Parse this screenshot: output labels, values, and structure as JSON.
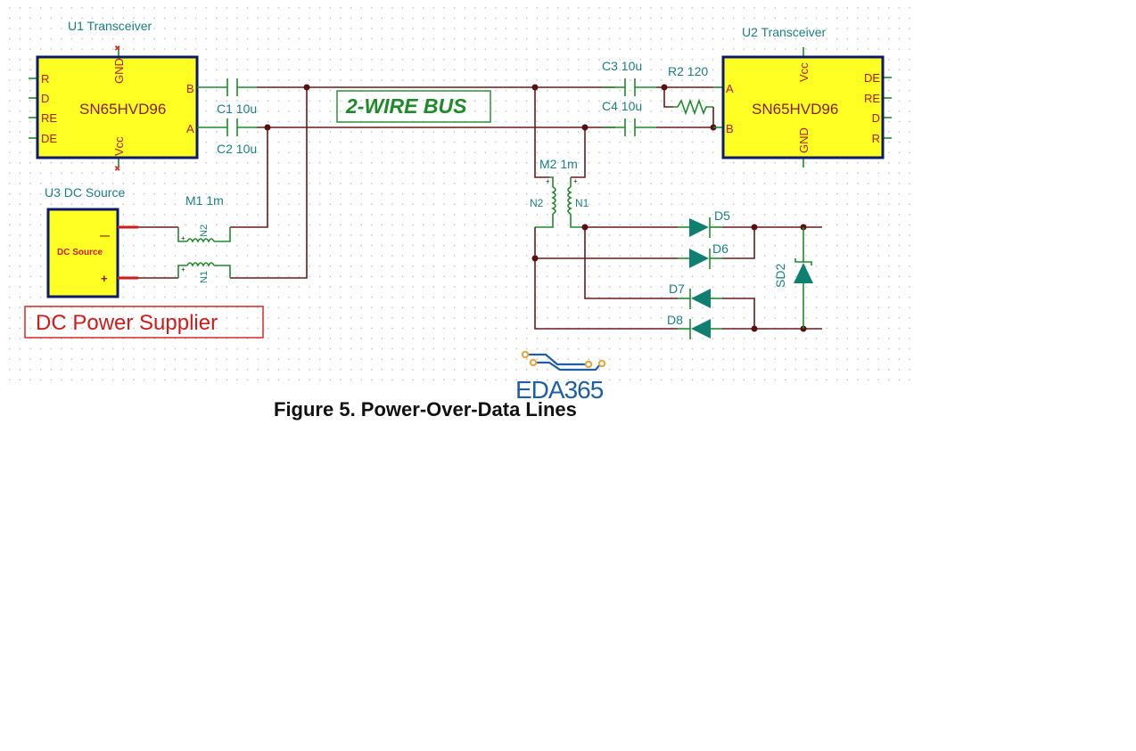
{
  "caption": "Figure 5. Power-Over-Data Lines",
  "watermark": {
    "text": "EDA365",
    "text_color": "#1f5fa8",
    "trace_color": "#1f5fa8",
    "pad_color": "#e8a33a"
  },
  "colors": {
    "ic_fill": "#ffff24",
    "ic_border": "#0b1a6b",
    "wire": "#6b1a1a",
    "lead": "#1f8a2a",
    "label": "#1a7f86",
    "pin_label": "#b21a1a",
    "diode": "#0f7f70",
    "bus_label": "#1f8a2a",
    "psu_label": "#d11a1a"
  },
  "u1": {
    "title": "U1 Transceiver",
    "part": "SN65HVD96",
    "pins_left": [
      "R",
      "D",
      "RE",
      "DE"
    ],
    "pin_top": "GND",
    "pin_bottom": "Vcc",
    "pins_right": [
      "B",
      "A"
    ]
  },
  "u2": {
    "title": "U2 Transceiver",
    "part": "SN65HVD96",
    "pins_right": [
      "DE",
      "RE",
      "D",
      "R"
    ],
    "pin_top": "Vcc",
    "pin_bottom": "GND",
    "pins_left": [
      "A",
      "B"
    ]
  },
  "u3": {
    "title": "U3 DC Source",
    "part": "DC Source",
    "minus": "—",
    "plus": "+"
  },
  "capacitors": {
    "c1": "C1 10u",
    "c2": "C2 10u",
    "c3": "C3 10u",
    "c4": "C4 10u"
  },
  "resistor": {
    "r2": "R2 120"
  },
  "inductors": {
    "m1": {
      "label": "M1 1m",
      "n1": "N1",
      "n2": "N2",
      "polarity": "+"
    },
    "m2": {
      "label": "M2 1m",
      "n1": "N1",
      "n2": "N2",
      "polarity": "+"
    }
  },
  "diodes": {
    "d5": "D5",
    "d6": "D6",
    "d7": "D7",
    "d8": "D8",
    "sd2": "SD2"
  },
  "bus_label": "2-WIRE BUS",
  "psu_label": "DC Power Supplier"
}
